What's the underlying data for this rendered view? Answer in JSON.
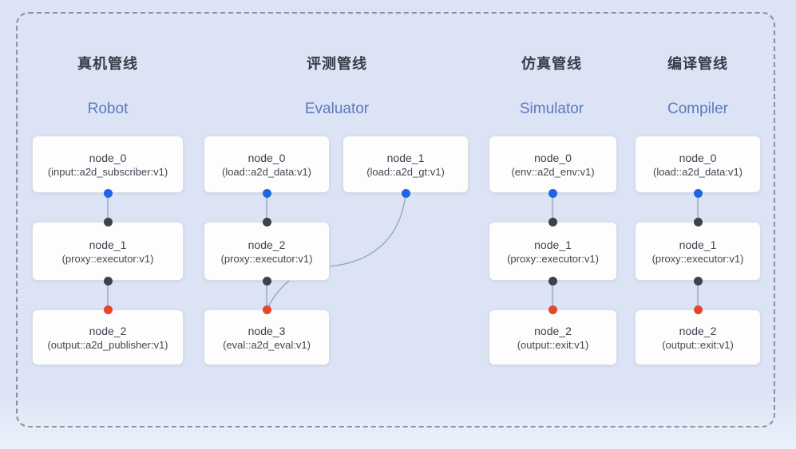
{
  "colors": {
    "canvas_bg": "#dbe3f5",
    "dashed_border": "#6e737d",
    "edge": "#93a2bd",
    "heading_zh": "#363b45",
    "heading_en": "#5d79c1",
    "node_bg": "#fdfdfe",
    "node_border": "#d8dce4",
    "node_title": "#3d424b",
    "node_subtitle": "#41464f",
    "port_output": "#1e66e0",
    "port_input": "#3d4248",
    "port_terminal": "#e6452e"
  },
  "pipelines": [
    {
      "title_zh": "真机管线",
      "title_en": "Robot",
      "nodes": [
        {
          "title": "node_0",
          "subtitle": "(input::a2d_subscriber:v1)"
        },
        {
          "title": "node_1",
          "subtitle": "(proxy::executor:v1)"
        },
        {
          "title": "node_2",
          "subtitle": "(output::a2d_publisher:v1)"
        }
      ]
    },
    {
      "title_zh": "评测管线",
      "title_en": "Evaluator",
      "nodes": [
        {
          "title": "node_0",
          "subtitle": "(load::a2d_data:v1)"
        },
        {
          "title": "node_1",
          "subtitle": "(load::a2d_gt:v1)"
        },
        {
          "title": "node_2",
          "subtitle": "(proxy::executor:v1)"
        },
        {
          "title": "node_3",
          "subtitle": "(eval::a2d_eval:v1)"
        }
      ]
    },
    {
      "title_zh": "仿真管线",
      "title_en": "Simulator",
      "nodes": [
        {
          "title": "node_0",
          "subtitle": "(env::a2d_env:v1)"
        },
        {
          "title": "node_1",
          "subtitle": "(proxy::executor:v1)"
        },
        {
          "title": "node_2",
          "subtitle": "(output::exit:v1)"
        }
      ]
    },
    {
      "title_zh": "编译管线",
      "title_en": "Compiler",
      "nodes": [
        {
          "title": "node_0",
          "subtitle": "(load::a2d_data:v1)"
        },
        {
          "title": "node_1",
          "subtitle": "(proxy::executor:v1)"
        },
        {
          "title": "node_2",
          "subtitle": "(output::exit:v1)"
        }
      ]
    }
  ]
}
